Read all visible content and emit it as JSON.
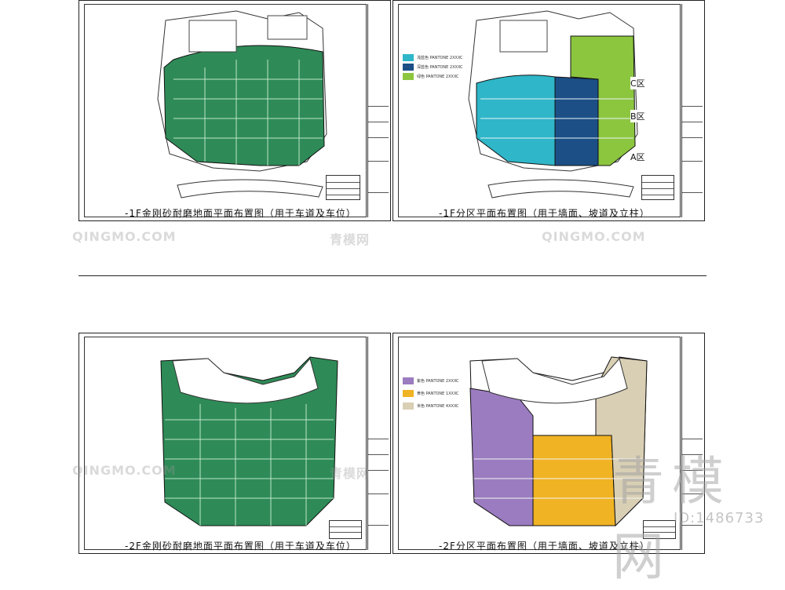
{
  "sheets": {
    "top_left": {
      "title": "-1F金刚砂耐磨地面平面布置图（用于车道及车位）"
    },
    "top_right": {
      "title": "-1F分区平面布置图（用于墙面、坡道及立柱）",
      "zones": [
        "C区",
        "B区",
        "A区"
      ],
      "legend": [
        {
          "label": "浅蓝色 PANTONE 2XXXC",
          "color": "#2fb6c8"
        },
        {
          "label": "深蓝色 PANTONE 2XXXC",
          "color": "#1b4f86"
        },
        {
          "label": "绿色 PANTONE 2XXXC",
          "color": "#8cc63f"
        }
      ]
    },
    "bottom_left": {
      "title": "-2F金刚砂耐磨地面平面布置图（用于车道及车位）"
    },
    "bottom_right": {
      "title": "-2F分区平面布置图（用于墙面、坡道及立柱）",
      "legend": [
        {
          "label": "紫色 PANTONE 2XXXC",
          "color": "#9b7cc0"
        },
        {
          "label": "黄色 PANTONE 1XXXC",
          "color": "#f0b323"
        },
        {
          "label": "米色 PANTONE 4XXXC",
          "color": "#d9cfb4"
        }
      ]
    }
  },
  "colors": {
    "green_floor": "#2e8b57",
    "green_dark": "#1f6b40"
  },
  "watermarks": {
    "brand_latin": "QINGMO.COM",
    "brand_cn": "青模网",
    "big_cn": "青模网",
    "id": "ID:1486733"
  }
}
